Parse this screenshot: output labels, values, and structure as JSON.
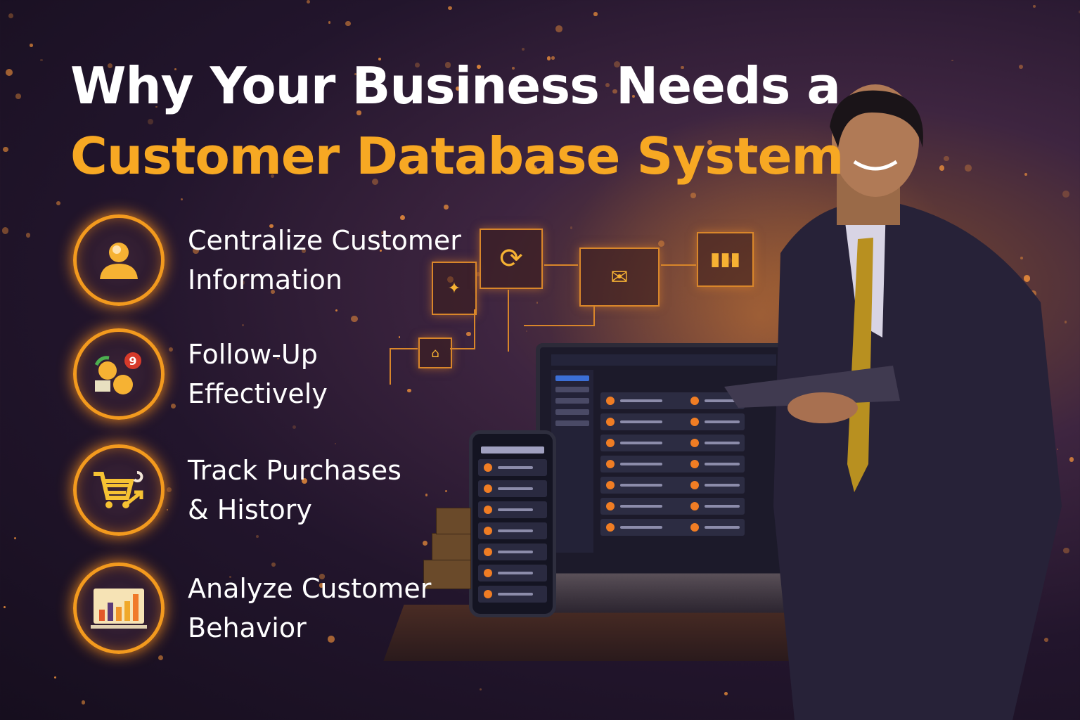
{
  "headline": {
    "line1": "Why Your Business Needs a",
    "line2": "Customer Database System"
  },
  "features": [
    {
      "icon": "user-icon",
      "line1": "Centralize Customer",
      "line2": "Information"
    },
    {
      "icon": "notification-follow-up-icon",
      "line1": "Follow-Up",
      "line2": "Effectively",
      "badge": "9"
    },
    {
      "icon": "shopping-cart-icon",
      "line1": "Track Purchases",
      "line2": "& History"
    },
    {
      "icon": "bar-chart-icon",
      "line1": "Analyze Customer",
      "line2": "Behavior"
    }
  ],
  "colors": {
    "accent": "#f7a823",
    "ring": "#f39a1e",
    "background": "#22152c",
    "text": "#ffffff"
  }
}
